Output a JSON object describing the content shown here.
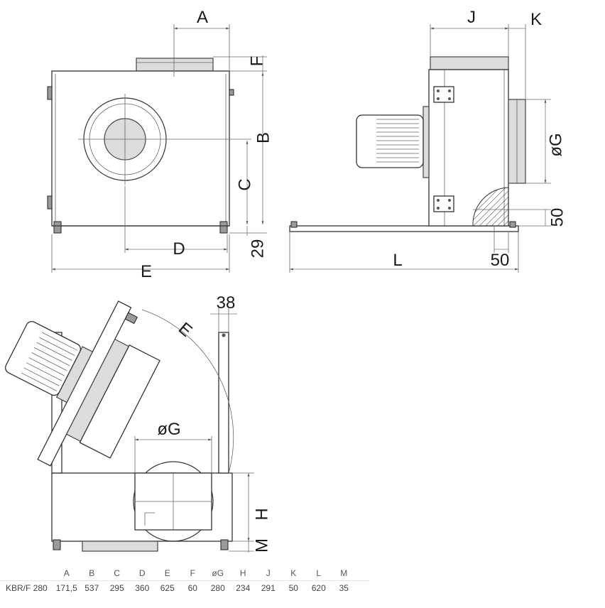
{
  "views": {
    "front": {
      "dims": {
        "a": "A",
        "f": "F",
        "b": "B",
        "c": "C",
        "d": "D",
        "e": "E",
        "n29": "29"
      }
    },
    "side": {
      "dims": {
        "j": "J",
        "k": "K",
        "g": "øG",
        "n50_vertical": "50",
        "l": "L",
        "n50_horizontal": "50"
      }
    },
    "open": {
      "dims": {
        "n38": "38",
        "e": "E",
        "g": "øG",
        "h": "H",
        "m": "M"
      }
    }
  },
  "spec_table": {
    "headers": [
      "A",
      "B",
      "C",
      "D",
      "E",
      "F",
      "øG",
      "H",
      "J",
      "K",
      "L",
      "M"
    ],
    "rows": [
      {
        "model": "KBR/F 280",
        "values": [
          "171,5",
          "537",
          "295",
          "360",
          "625",
          "60",
          "280",
          "234",
          "291",
          "50",
          "620",
          "35"
        ]
      }
    ]
  }
}
